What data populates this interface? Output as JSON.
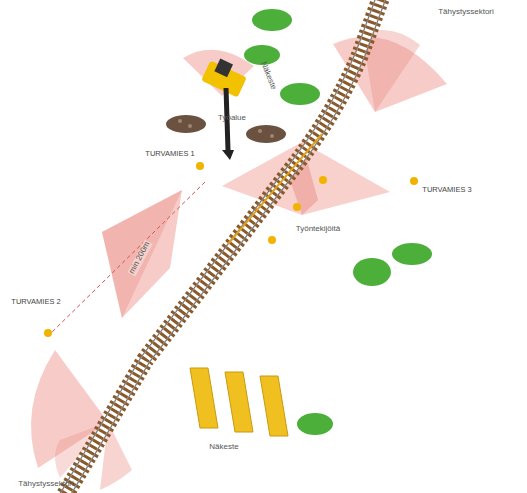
{
  "diagram": {
    "labels": [
      "Tähystyssektori",
      "Näkeste",
      "Työalue",
      "TURVAMIES 1",
      "TURVAMIES 3",
      "Työntekijöitä",
      "min 200m",
      "TURVAMIES 2",
      "Tähystyssektori",
      "Näkeste"
    ]
  }
}
